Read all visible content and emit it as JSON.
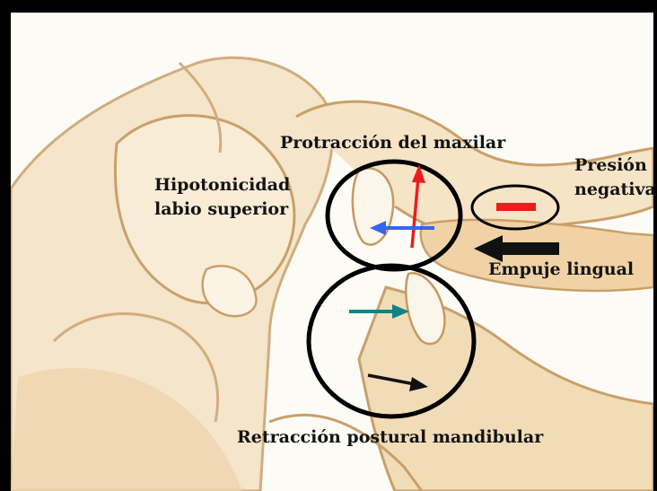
{
  "labels": {
    "protraccion": "Protracción del maxilar",
    "hipotonicidad_line1": "Hipotonicidad",
    "hipotonicidad_line2": "labio superior",
    "presion_line1": "Presión",
    "presion_line2": "negativa",
    "empuje": "Empuje lingual",
    "retraccion": "Retracción postural mandibular"
  },
  "colors": {
    "frame": "#000000",
    "skin_outline": "#c9a06a",
    "skin_fill": "#f1dcb8",
    "red_arrow": "#ee1c1c",
    "blue_arrow": "#3366ee",
    "teal_arrow": "#0e8484",
    "black_arrow": "#111111"
  }
}
